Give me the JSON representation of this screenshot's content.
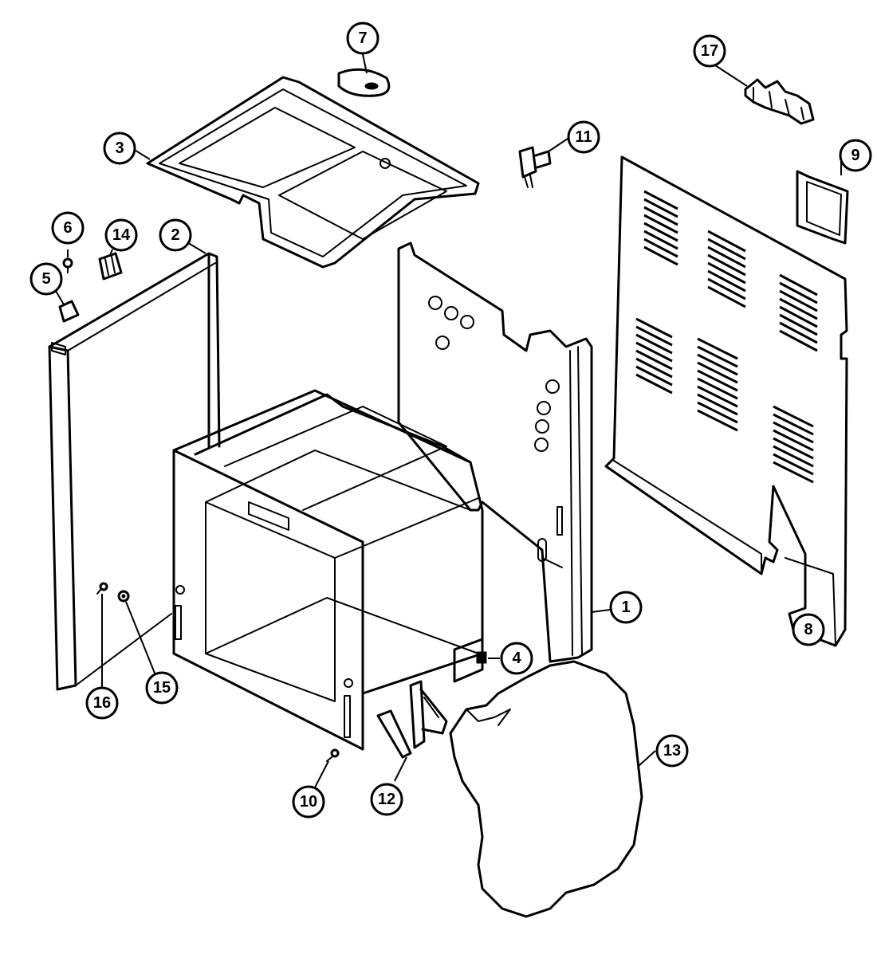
{
  "diagram": {
    "type": "exploded-parts-view",
    "callouts": [
      {
        "label": "1"
      },
      {
        "label": "2"
      },
      {
        "label": "3"
      },
      {
        "label": "4"
      },
      {
        "label": "5"
      },
      {
        "label": "6"
      },
      {
        "label": "7"
      },
      {
        "label": "8"
      },
      {
        "label": "9"
      },
      {
        "label": "10"
      },
      {
        "label": "11"
      },
      {
        "label": "12"
      },
      {
        "label": "13"
      },
      {
        "label": "14"
      },
      {
        "label": "15"
      },
      {
        "label": "16"
      },
      {
        "label": "17"
      }
    ]
  }
}
